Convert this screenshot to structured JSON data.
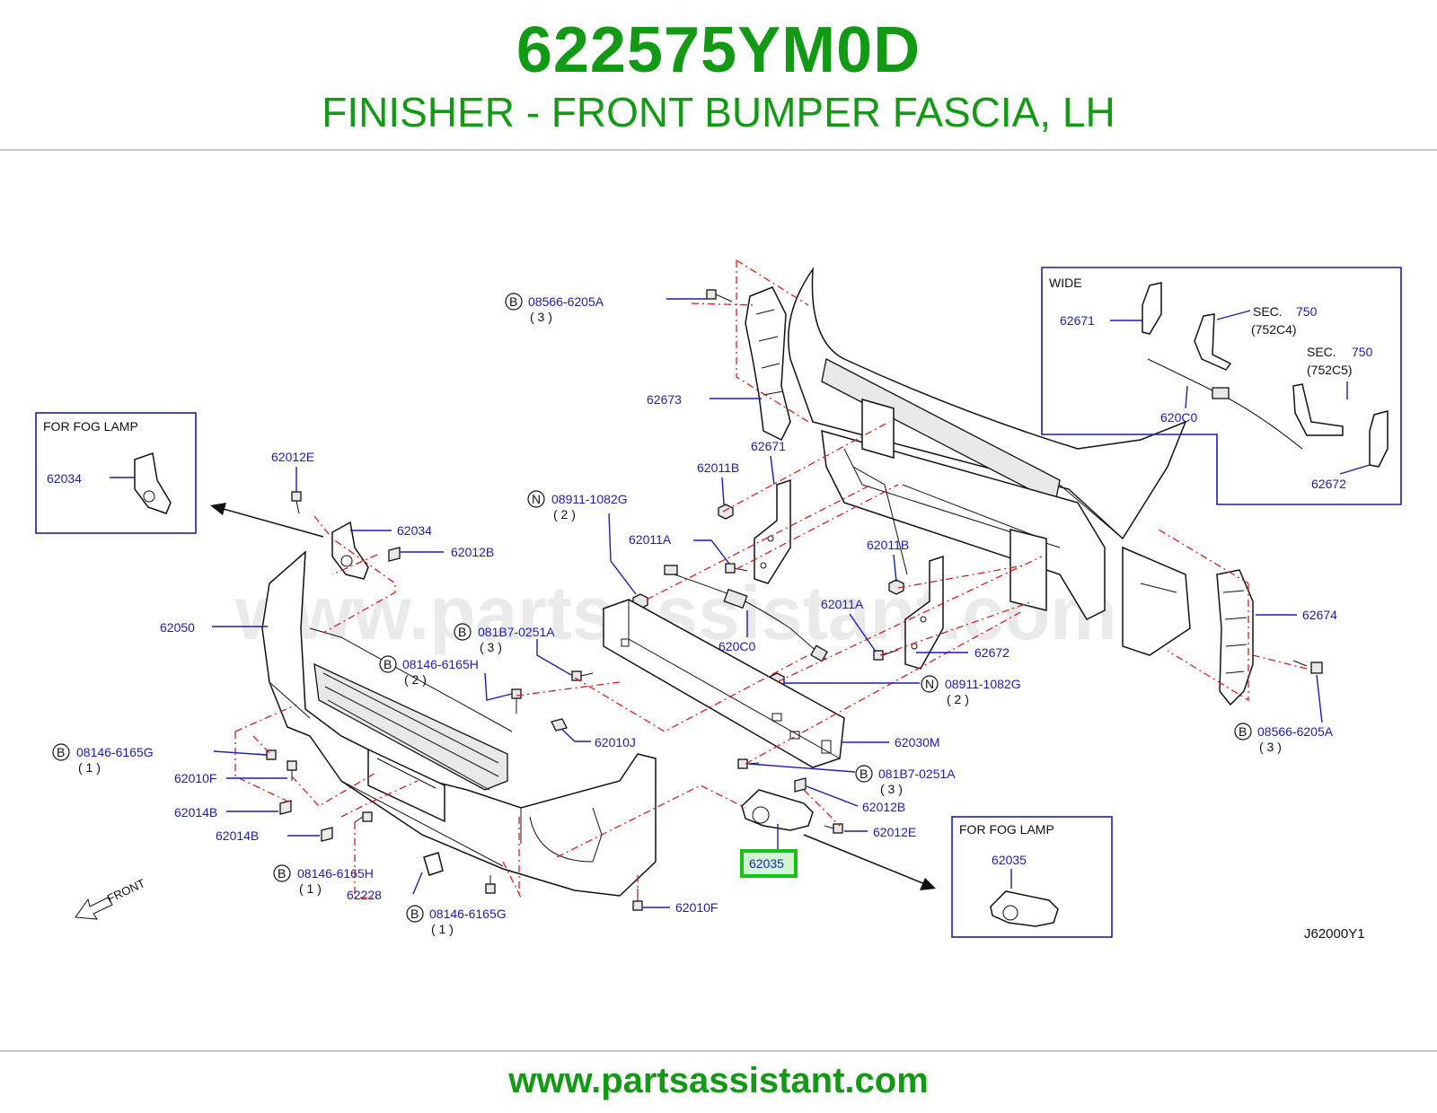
{
  "header": {
    "part_number": "622575YM0D",
    "description": "FINISHER - FRONT BUMPER FASCIA, LH"
  },
  "footer": {
    "url": "www.partsassistant.com"
  },
  "diagram": {
    "watermark": "www.partsassistant.com",
    "diagram_code": "J62000Y1",
    "front_label": "FRONT",
    "highlight_part": "62035",
    "insets": {
      "fog_left": {
        "title": "FOR  FOG  LAMP",
        "part": "62034"
      },
      "fog_right": {
        "title": "FOR  FOG  LAMP",
        "part": "62035"
      },
      "wide": {
        "title": "WIDE",
        "p62671": "62671",
        "sec1": "SEC.",
        "sec1_num": "750",
        "sec1_ref": "(752C4)",
        "sec2": "SEC.",
        "sec2_num": "750",
        "sec2_ref": "(752C5)",
        "p620C0": "620C0",
        "p62672": "62672"
      }
    },
    "labels": {
      "b_08566_top": "08566-6205A",
      "b_08566_top_qty": "( 3 )",
      "p62673": "62673",
      "p62671": "62671",
      "p62011B_1": "62011B",
      "n_08911_top": "08911-1082G",
      "n_08911_top_qty": "( 2 )",
      "p62011A_1": "62011A",
      "p62012E_1": "62012E",
      "p62034": "62034",
      "p62012B_1": "62012B",
      "p62050": "62050",
      "b_081B7_1": "081B7-0251A",
      "b_081B7_1_qty": "( 3 )",
      "b_08146_H1": "08146-6165H",
      "b_08146_H1_qty": "( 2 )",
      "p620C0": "620C0",
      "p62011B_2": "62011B",
      "p62011A_2": "62011A",
      "p62672": "62672",
      "p62674": "62674",
      "n_08911_bot": "08911-1082G",
      "n_08911_bot_qty": "( 2 )",
      "b_08566_bot": "08566-6205A",
      "b_08566_bot_qty": "( 3 )",
      "p62030M": "62030M",
      "b_081B7_2": "081B7-0251A",
      "b_081B7_2_qty": "( 3 )",
      "p62012B_2": "62012B",
      "p62012E_2": "62012E",
      "p62010J": "62010J",
      "b_08146_G1": "08146-6165G",
      "b_08146_G1_qty": "( 1 )",
      "p62010F_1": "62010F",
      "p62014B_1": "62014B",
      "p62014B_2": "62014B",
      "b_08146_H2": "08146-6165H",
      "b_08146_H2_qty": "( 1 )",
      "p62228": "62228",
      "b_08146_G2": "08146-6165G",
      "b_08146_G2_qty": "( 1 )",
      "p62010F_2": "62010F"
    },
    "badge_b": "B",
    "badge_n": "N"
  }
}
